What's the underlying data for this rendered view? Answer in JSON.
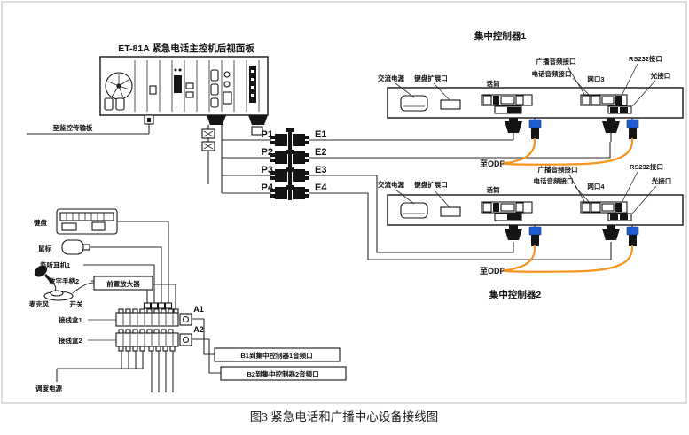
{
  "caption": "图3 紧急电话和广播中心设备接线图",
  "main_unit": {
    "title": "ET-81A 紧急电话主控机后视面板",
    "monitor_link_label": "至监控传输板"
  },
  "patch_column": {
    "p_ports": [
      "P1",
      "P2",
      "P3",
      "P4"
    ],
    "e_lines": [
      "E1",
      "E2",
      "E3",
      "E4"
    ]
  },
  "peripherals": {
    "keyboard": "键盘",
    "mouse": "鼠标",
    "headset": "监听耳机1",
    "handset": "数字手柄2",
    "preamp": "前置放大器",
    "microphone": "麦克风",
    "mic_switch": "开关",
    "junction_box1": "接线盒1",
    "junction_box2": "接线盒2",
    "terminal_a1": "A1",
    "terminal_a2": "A2",
    "dispatch_power": "调度电源"
  },
  "audio_links": {
    "b1": "B1到集中控制器1音频口",
    "b2": "B2到集中控制器2音频口"
  },
  "controller1": {
    "title": "集中控制器1",
    "ac_power": "交流电源",
    "keyboard_ext": "键盘扩展口",
    "mic": "话筒",
    "broadcast_audio": "广播音频接口",
    "phone_audio": "电话音频接口",
    "rs232": "RS232接口",
    "net_port": "网口3",
    "optical": "光接口",
    "to_odf": "至ODF"
  },
  "controller2": {
    "title": "集中控制器2",
    "ac_power": "交流电源",
    "keyboard_ext": "键盘扩展口",
    "mic": "话筒",
    "broadcast_audio": "广播音频接口",
    "phone_audio": "电话音频接口",
    "rs232": "RS232接口",
    "net_port": "网口4",
    "optical": "光接口",
    "to_odf": "至ODF"
  },
  "colors": {
    "wire": "#2b2b2b",
    "fiber": "#f7941d",
    "fiber_plug": "#1e5ed2",
    "frame": "#bbbbbb"
  }
}
